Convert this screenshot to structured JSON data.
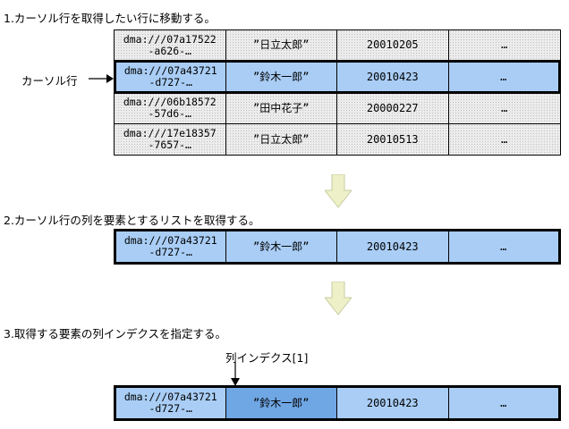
{
  "steps": {
    "s1": "1.カーソル行を取得したい行に移動する。",
    "s2": "2.カーソル行の列を要素とするリストを取得する。",
    "s3": "3.取得する要素の列インデクスを指定する。"
  },
  "labels": {
    "cursor_row": "カーソル行",
    "column_index": "列インデクス[1]"
  },
  "table1": {
    "rows": [
      {
        "id1": "dma:///07a17522",
        "id2": "-a626-…",
        "name": "”日立太郎”",
        "date": "20010205",
        "more": "…"
      },
      {
        "id1": "dma:///07a43721",
        "id2": "-d727-…",
        "name": "”鈴木一郎”",
        "date": "20010423",
        "more": "…"
      },
      {
        "id1": "dma:///06b18572",
        "id2": "-57d6-…",
        "name": "”田中花子”",
        "date": "20000227",
        "more": "…"
      },
      {
        "id1": "dma:///17e18357",
        "id2": "-7657-…",
        "name": "”日立太郎”",
        "date": "20010513",
        "more": "…"
      }
    ]
  },
  "table2": {
    "id1": "dma:///07a43721",
    "id2": "-d727-…",
    "name": "”鈴木一郎”",
    "date": "20010423",
    "more": "…"
  },
  "table3": {
    "id1": "dma:///07a43721",
    "id2": "-d727-…",
    "name": "”鈴木一郎”",
    "date": "20010423",
    "more": "…"
  },
  "colors": {
    "selected_row": "#a9cdf5",
    "highlighted_cell": "#6fa6e4",
    "arrow_fill": "#eef0c8"
  }
}
